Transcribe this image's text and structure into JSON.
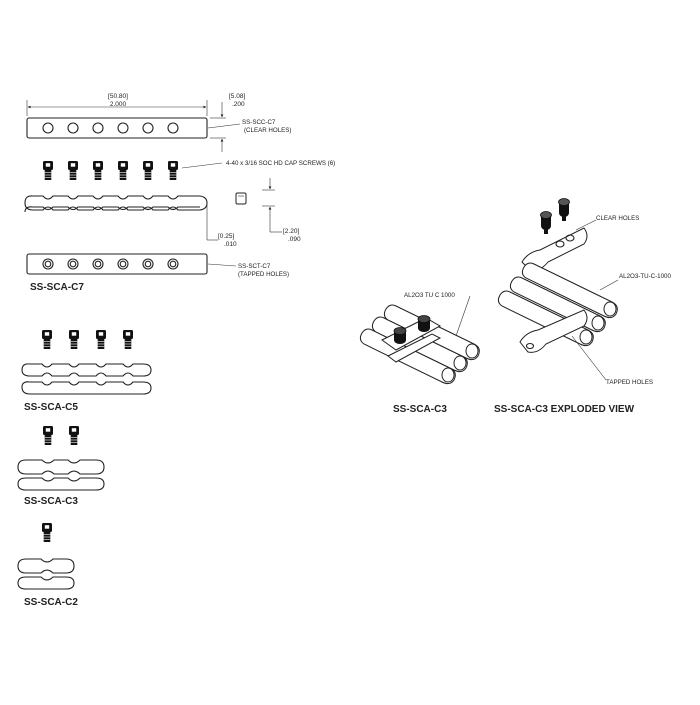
{
  "c7": {
    "dim_width_mm": "[50.80]",
    "dim_width_in": "2.000",
    "dim_height_mm": "[5.08]",
    "dim_height_in": ".200",
    "clear_label_1": "SS-SCC-C7",
    "clear_label_2": "(CLEAR HOLES)",
    "screws_label": "4-40 x 3/16 SOC HD CAP SCREWS (6)",
    "gap_mm": "[0.25]",
    "gap_in": ".010",
    "pin_mm": "[2.20]",
    "pin_in": ".090",
    "tapped_label_1": "SS-SCT-C7",
    "tapped_label_2": "(TAPPED HOLES)",
    "title": "SS-SCA-C7"
  },
  "c5": {
    "title": "SS-SCA-C5"
  },
  "c3": {
    "title": "SS-SCA-C3"
  },
  "c2": {
    "title": "SS-SCA-C2"
  },
  "assembled": {
    "tube_label": "AL2O3 TU C 1000",
    "title": "SS-SCA-C3"
  },
  "exploded": {
    "clear_label": "CLEAR HOLES",
    "tube_label": "AL2O3-TU-C-1000",
    "tapped_label": "TAPPED HOLES",
    "title": "SS-SCA-C3 EXPLODED VIEW"
  }
}
